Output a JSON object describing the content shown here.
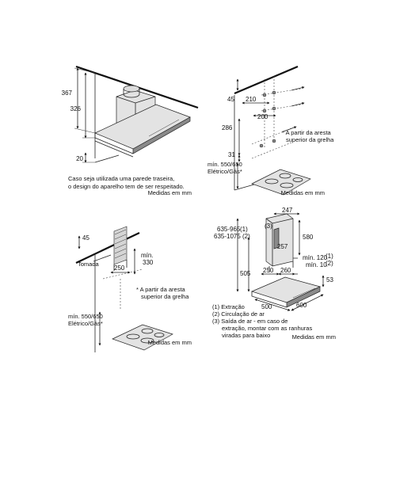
{
  "panel1": {
    "dims": {
      "h367": "367",
      "h326": "326",
      "h20": "20"
    },
    "note_line1": "Caso seja utilizada uma parede traseira,",
    "note_line2": "o design do aparelho tem de ser respeitado.",
    "units": "Medidas em mm"
  },
  "panel2": {
    "dims": {
      "d45": "45",
      "d210": "210",
      "d200": "200",
      "d286": "286",
      "d31": "31"
    },
    "asterisk_note_line1": "* A partir da aresta",
    "asterisk_note_line2": "superior da grelha",
    "min_label": "mín. 550/650",
    "min_label2": "Elétrico/Gás*",
    "units": "Medidas em mm"
  },
  "panel3": {
    "dims": {
      "d45": "45",
      "d250": "250",
      "min_label": "mín.",
      "d330": "330"
    },
    "socket_label": "Tomada",
    "asterisk_note_line1": "* A partir da aresta",
    "asterisk_note_line2": "superior da grelha",
    "min_label": "mín. 550/650",
    "min_label2": "Elétrico/Gás*",
    "units": "Medidas em mm"
  },
  "panel4": {
    "dims": {
      "d247": "247",
      "d580": "580",
      "d257": "257",
      "c3": "(3)",
      "r1": "635-965",
      "r1_ref": "(1)",
      "r2": "635-1075",
      "r2_ref": "(2)",
      "min120": "mín. 120",
      "min120_ref": "(1)",
      "min10": "mín. 10",
      "min10_ref": "(2)",
      "d505": "505",
      "d250": "250",
      "d260": "260",
      "d53": "53",
      "d500": "500",
      "d600": "600"
    },
    "legend": [
      "(1) Extração",
      "(2) Circulação de ar",
      "(3) Saída de ar - em caso de",
      "extração, montar com as ranhuras",
      "viradas para baixo"
    ],
    "units": "Medidas em mm"
  }
}
